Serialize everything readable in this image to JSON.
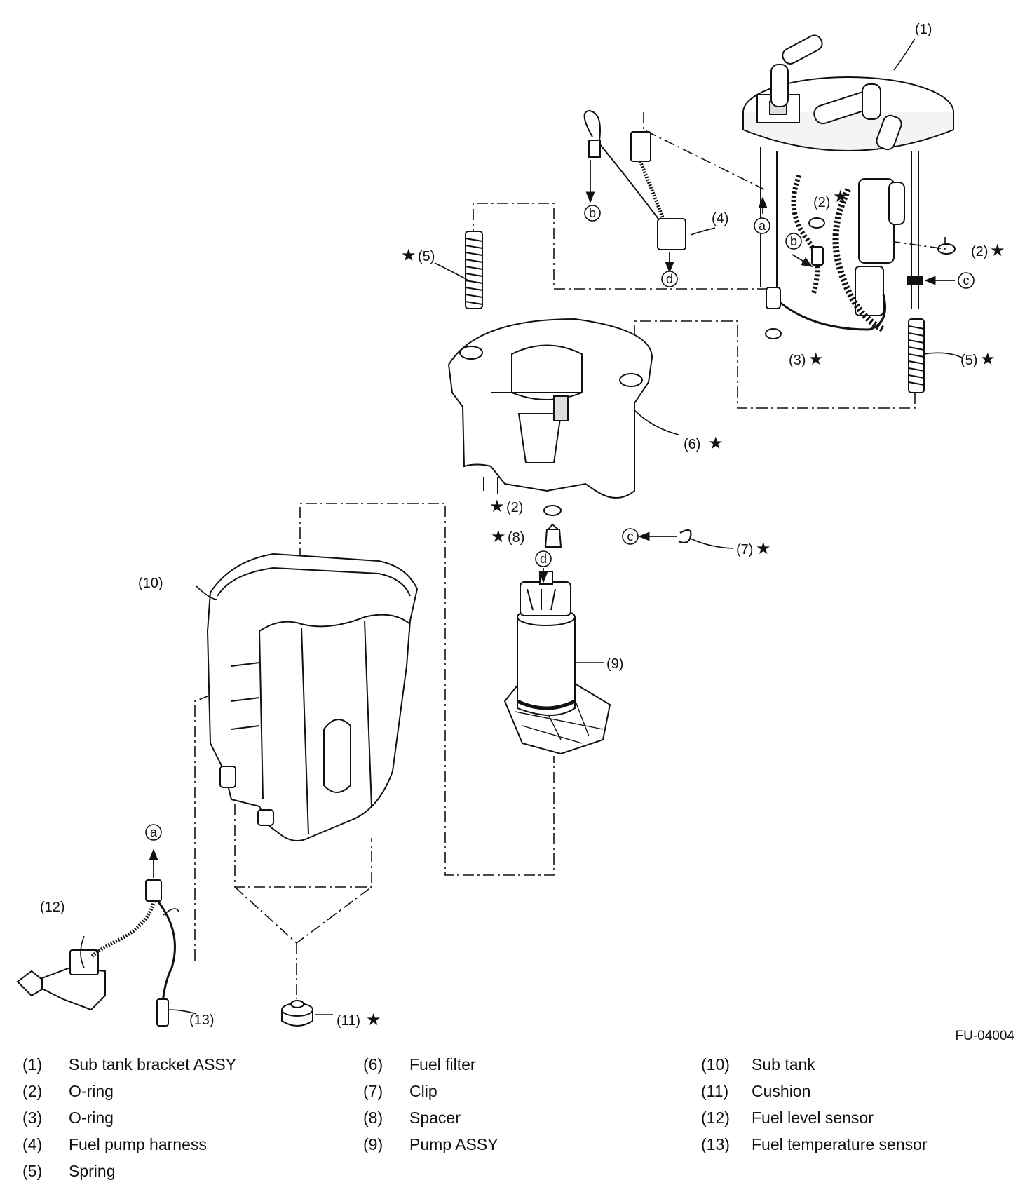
{
  "figure_code": "FU-04004",
  "star": "★",
  "callouts": {
    "c1": "(1)",
    "c2a": "(2)",
    "c2b": "(2)",
    "c2c": "(2)",
    "c3": "(3)",
    "c4": "(4)",
    "c5a": "(5)",
    "c5b": "(5)",
    "c6": "(6)",
    "c7": "(7)",
    "c8": "(8)",
    "c9": "(9)",
    "c10": "(10)",
    "c11": "(11)",
    "c12": "(12)",
    "c13": "(13)"
  },
  "connectors": {
    "a": "a",
    "b": "b",
    "c": "c",
    "d": "d"
  },
  "legend": [
    {
      "num": "(1)",
      "text": "Sub tank bracket ASSY"
    },
    {
      "num": "(2)",
      "text": "O-ring"
    },
    {
      "num": "(3)",
      "text": "O-ring"
    },
    {
      "num": "(4)",
      "text": "Fuel pump harness"
    },
    {
      "num": "(5)",
      "text": "Spring"
    },
    {
      "num": "(6)",
      "text": "Fuel filter"
    },
    {
      "num": "(7)",
      "text": "Clip"
    },
    {
      "num": "(8)",
      "text": "Spacer"
    },
    {
      "num": "(9)",
      "text": "Pump ASSY"
    },
    {
      "num": "(10)",
      "text": "Sub tank"
    },
    {
      "num": "(11)",
      "text": "Cushion"
    },
    {
      "num": "(12)",
      "text": "Fuel level sensor"
    },
    {
      "num": "(13)",
      "text": "Fuel temperature sensor"
    }
  ]
}
